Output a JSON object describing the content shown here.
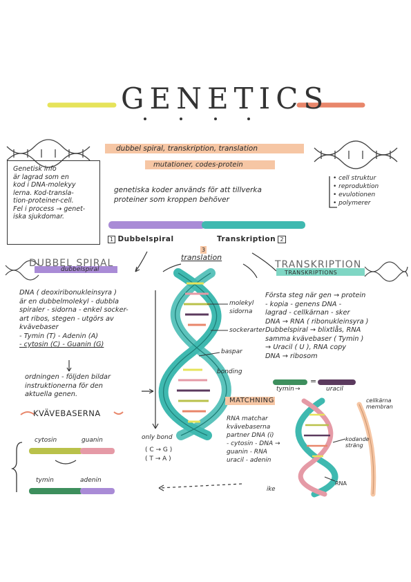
{
  "title": "GENETICS",
  "subtitle_line1": "dubbel spiral, transkription, translation",
  "subtitle_line2": "mutationer, codes-protein",
  "info_box": [
    "Genetisk info",
    "är lagrad som en",
    "kod i DNA-molekyy",
    "lerna. Kod-transla-",
    "tion-proteiner-cell.",
    "Fel i process → genet-",
    "iska sjukdomar."
  ],
  "center_note": [
    "genetiska koder används för att tillverka",
    "proteiner som kroppen behöver"
  ],
  "right_list": [
    "cell struktur",
    "reproduktion",
    "evulotionen",
    "polymerer"
  ],
  "label_dubbelspiral": "Dubbelspiral",
  "label_dubbelspiral_num": "1",
  "label_transkription": "Transkription",
  "label_transkription_num": "2",
  "label_translation_num": "3",
  "label_translation": "translation",
  "heading_dubbel_spiral": "DUBBEL SPIRAL",
  "heading_dubbelspiral_small": "dubbelspiral",
  "heading_transkription": "TRANSKRIPTION",
  "heading_transkriptions_small": "TRANSKRIPTIONS",
  "dna_text": [
    "DNA ( deoxiribonukleinsyra )",
    "är en dubbelmolekyl - dubbla",
    "spiraler - sidorna - enkel socker-",
    "art ribos, stegen - utgörs av",
    "kvävebaser",
    "- Tymin (T) - Adenin (A)",
    "- cytosin (C) - Guanin (G)"
  ],
  "order_text": [
    "ordningen - följden bildar",
    "instruktionerna för den",
    "aktuella genen."
  ],
  "heading_kvavebaserna": "KVÄVEBASERNA",
  "helix_labels": {
    "molekyl": "molekyl",
    "sidorna": "sidorna",
    "sockerarter": "sockerarter",
    "baspar": "baspar",
    "bonding": "bonding"
  },
  "transkription_text": [
    "Första steg när gen → protein",
    "- kopia - genens DNA -",
    "lagrad - cellkärnan - sker",
    "DNA → RNA ( ribonukleinsyra )",
    "Dubbelspiral → blixtlås, RNA",
    "samma kvävebaser ( Tymin )",
    "→ Uracil ( U ), RNA copy",
    "DNA → ribosom"
  ],
  "tymin_label": "tymin",
  "uracil_label": "uracil",
  "eq_sign": "=",
  "arrow_sign": "→",
  "heading_matchning": "MATCHNING",
  "matchning_text": [
    "RNA matchar",
    "kvävebaserna",
    "partner DNA (i)",
    "- cytosin - DNA →",
    "guanin - RNA",
    "uracil - adenin"
  ],
  "cellkarna_label": [
    "cellkärna",
    "membran"
  ],
  "kodande_label": [
    "kodande",
    "sträng"
  ],
  "rna_label": "RNA",
  "ike_label": "ike",
  "base_pairs": {
    "cytosin": "cytosin",
    "guanin": "guanin",
    "tymin": "tymin",
    "adenin": "adenin"
  },
  "only_bond_label": "only bond",
  "bond_pairs": [
    "( C → G )",
    "( T → A )"
  ],
  "colors": {
    "yellow": "#e6e35a",
    "coral": "#e8866a",
    "teal": "#3fb9b0",
    "purple": "#a98bd6",
    "peach": "#f6c6a4",
    "pink": "#e59aa6",
    "olive": "#b9c14a",
    "darkpurple": "#5b3a5e",
    "green": "#3d8f5d"
  }
}
